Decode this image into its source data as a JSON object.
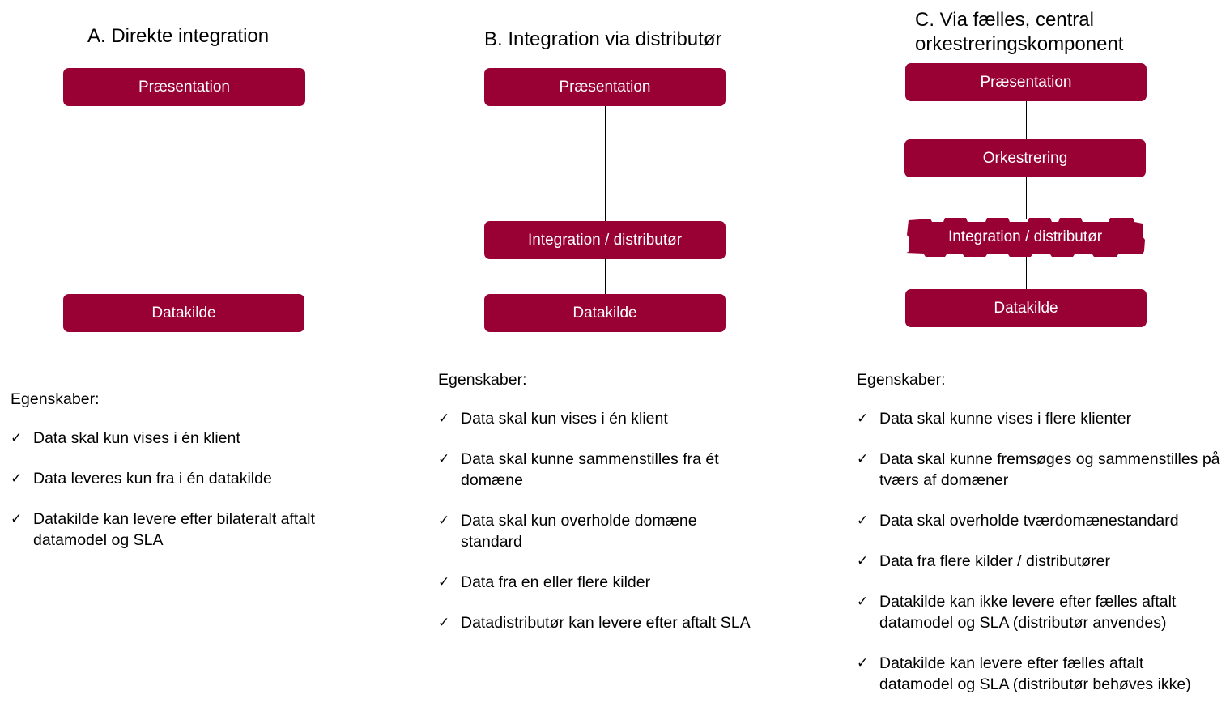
{
  "colors": {
    "box": "#990033",
    "box_text": "#ffffff",
    "line": "#000000"
  },
  "columns": {
    "a": {
      "title": "A. Direkte integration",
      "boxes": {
        "presentation": "Præsentation",
        "datasource": "Datakilde"
      },
      "properties_heading": "Egenskaber:",
      "properties": [
        "Data skal kun  vises i én klient",
        "Data leveres kun  fra i én datakilde",
        "Datakilde  kan levere efter bilateralt aftalt datamodel og SLA"
      ]
    },
    "b": {
      "title": "B. Integration via distributør",
      "boxes": {
        "presentation": "Præsentation",
        "integration": "Integration / distributør",
        "datasource": "Datakilde"
      },
      "properties_heading": "Egenskaber:",
      "properties": [
        "Data skal kun  vises i én klient",
        "Data skal kunne  sammenstilles  fra ét domæne",
        "Data skal kun  overholde domæne standard",
        "Data fra en eller  flere kilder",
        "Datadistributør kan levere efter aftalt SLA"
      ]
    },
    "c": {
      "title_line1": "C. Via fælles, central",
      "title_line2": "orkestreringskomponent",
      "boxes": {
        "presentation": "Præsentation",
        "orchestration": "Orkestrering",
        "integration": "Integration / distributør",
        "datasource": "Datakilde"
      },
      "properties_heading": "Egenskaber:",
      "properties": [
        "Data skal kunne  vises i flere klienter",
        "Data skal kunne  fremsøges og sammenstilles  på tværs af domæner",
        "Data skal overholde tværdomænestandard",
        "Data fra flere kilder  / distributører",
        "Datakilde kan ikke levere efter fælles aftalt datamodel og SLA (distributør  anvendes)",
        "Datakilde kan levere efter fælles aftalt datamodel og SLA (distributør  behøves ikke)"
      ]
    }
  }
}
